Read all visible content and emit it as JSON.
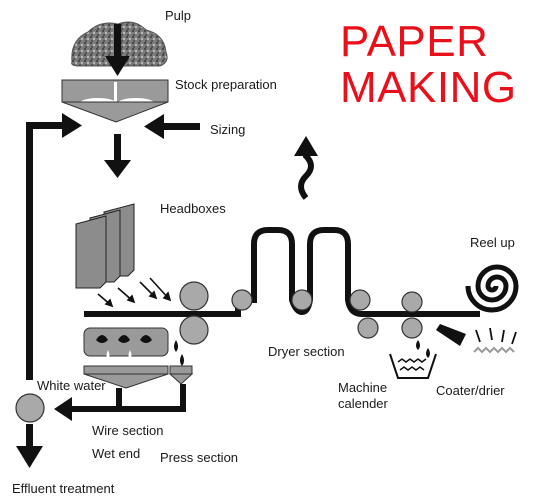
{
  "title": {
    "line1": "PAPER",
    "line2": "MAKING",
    "color": "#e8111b"
  },
  "labels": {
    "pulp": "Pulp",
    "stock_preparation": "Stock preparation",
    "sizing": "Sizing",
    "headboxes": "Headboxes",
    "reel_up": "Reel up",
    "dryer_section": "Dryer section",
    "machine_calender_line1": "Machine",
    "machine_calender_line2": "calender",
    "coater_drier": "Coater/drier",
    "white_water": "White water",
    "wire_section": "Wire section",
    "wet_end": "Wet end",
    "press_section": "Press section",
    "effluent_treatment": "Effluent treatment"
  },
  "colors": {
    "line": "#111111",
    "roller": "#a9a9a9",
    "hopper": "#9a9a9a",
    "headbox": "#8c8c8c",
    "pulp": "#6b6b6b"
  }
}
